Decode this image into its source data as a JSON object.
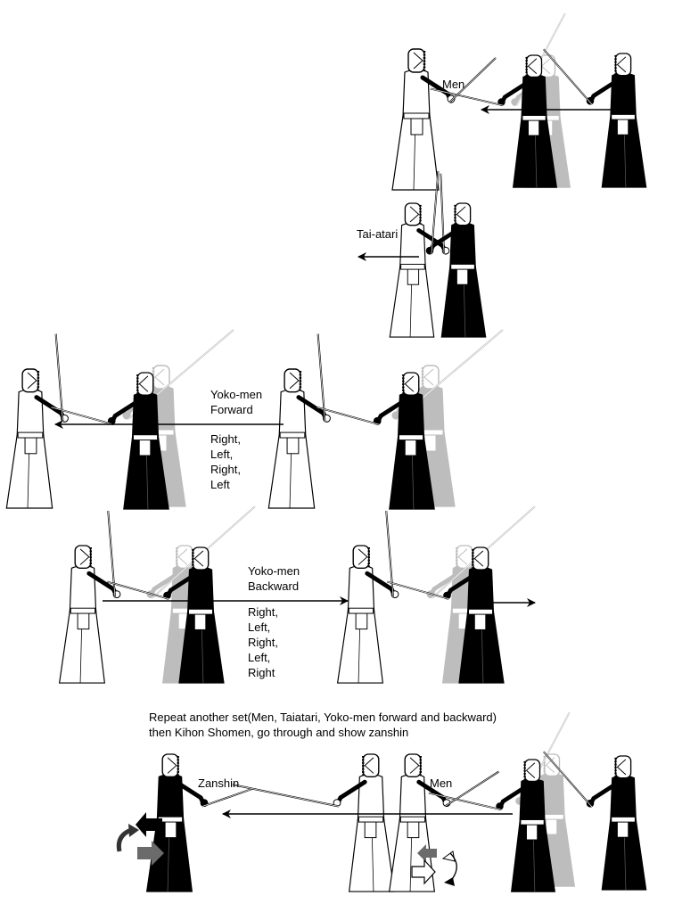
{
  "labels": {
    "men_top": "Men",
    "tai_atari": "Tai-atari",
    "yoko_forward": [
      "Yoko-men",
      "Forward"
    ],
    "forward_sequence": [
      "Right,",
      "Left,",
      "Right,",
      "Left"
    ],
    "yoko_backward": [
      "Yoko-men",
      "Backward"
    ],
    "backward_sequence": [
      "Right,",
      "Left,",
      "Right,",
      "Left,",
      "Right"
    ],
    "repeat_instruction": [
      "Repeat another set(Men, Taiatari, Yoko-men forward and backward)",
      "then Kihon Shomen, go through and show zanshin"
    ],
    "zanshin": "Zanshin",
    "men_bottom": "Men"
  },
  "colors": {
    "ink": "#000000",
    "ghost": "#bdbdbd",
    "turn_marker": "#6b6b6b",
    "paper": "#ffffff"
  }
}
